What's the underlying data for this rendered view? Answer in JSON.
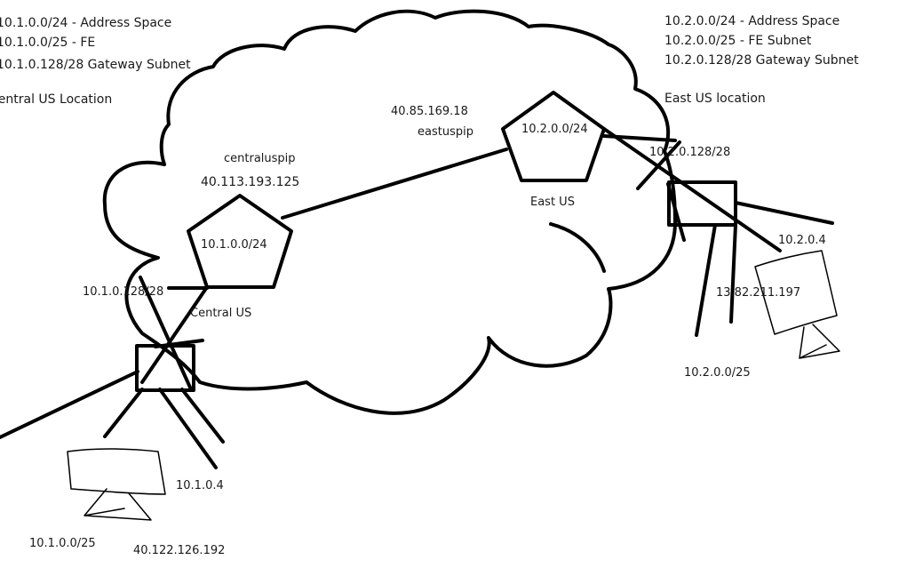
{
  "central_legend": {
    "address_space": "10.1.0.0/24 - Address Space",
    "fe_subnet": "10.1.0.0/25 - FE",
    "gateway_subnet": "10.1.0.128/28 Gateway Subnet",
    "location": "Central US Location"
  },
  "east_legend": {
    "address_space": "10.2.0.0/24 - Address Space",
    "fe_subnet": "10.2.0.0/25 - FE Subnet",
    "gateway_subnet": "10.2.0.128/28 Gateway Subnet",
    "location": "East US location"
  },
  "central": {
    "pip_name": "centraluspip",
    "pip_address": "40.113.193.125",
    "vnet_cidr": "10.1.0.0/24",
    "region": "Central US",
    "gateway_cidr": "10.1.0.128/28",
    "vm_ip": "10.1.0.4",
    "fe_cidr": "10.1.0.0/25",
    "vm_public_ip": "40.122.126.192"
  },
  "east": {
    "pip_address": "40.85.169.18",
    "pip_name": "eastuspip",
    "vnet_cidr": "10.2.0.0/24",
    "region": "East US",
    "gateway_cidr": "10.2.0.128/28",
    "vm_ip": "10.2.0.4",
    "vm_public_ip": "13.82.211.197",
    "fe_cidr": "10.2.0.0/25"
  }
}
